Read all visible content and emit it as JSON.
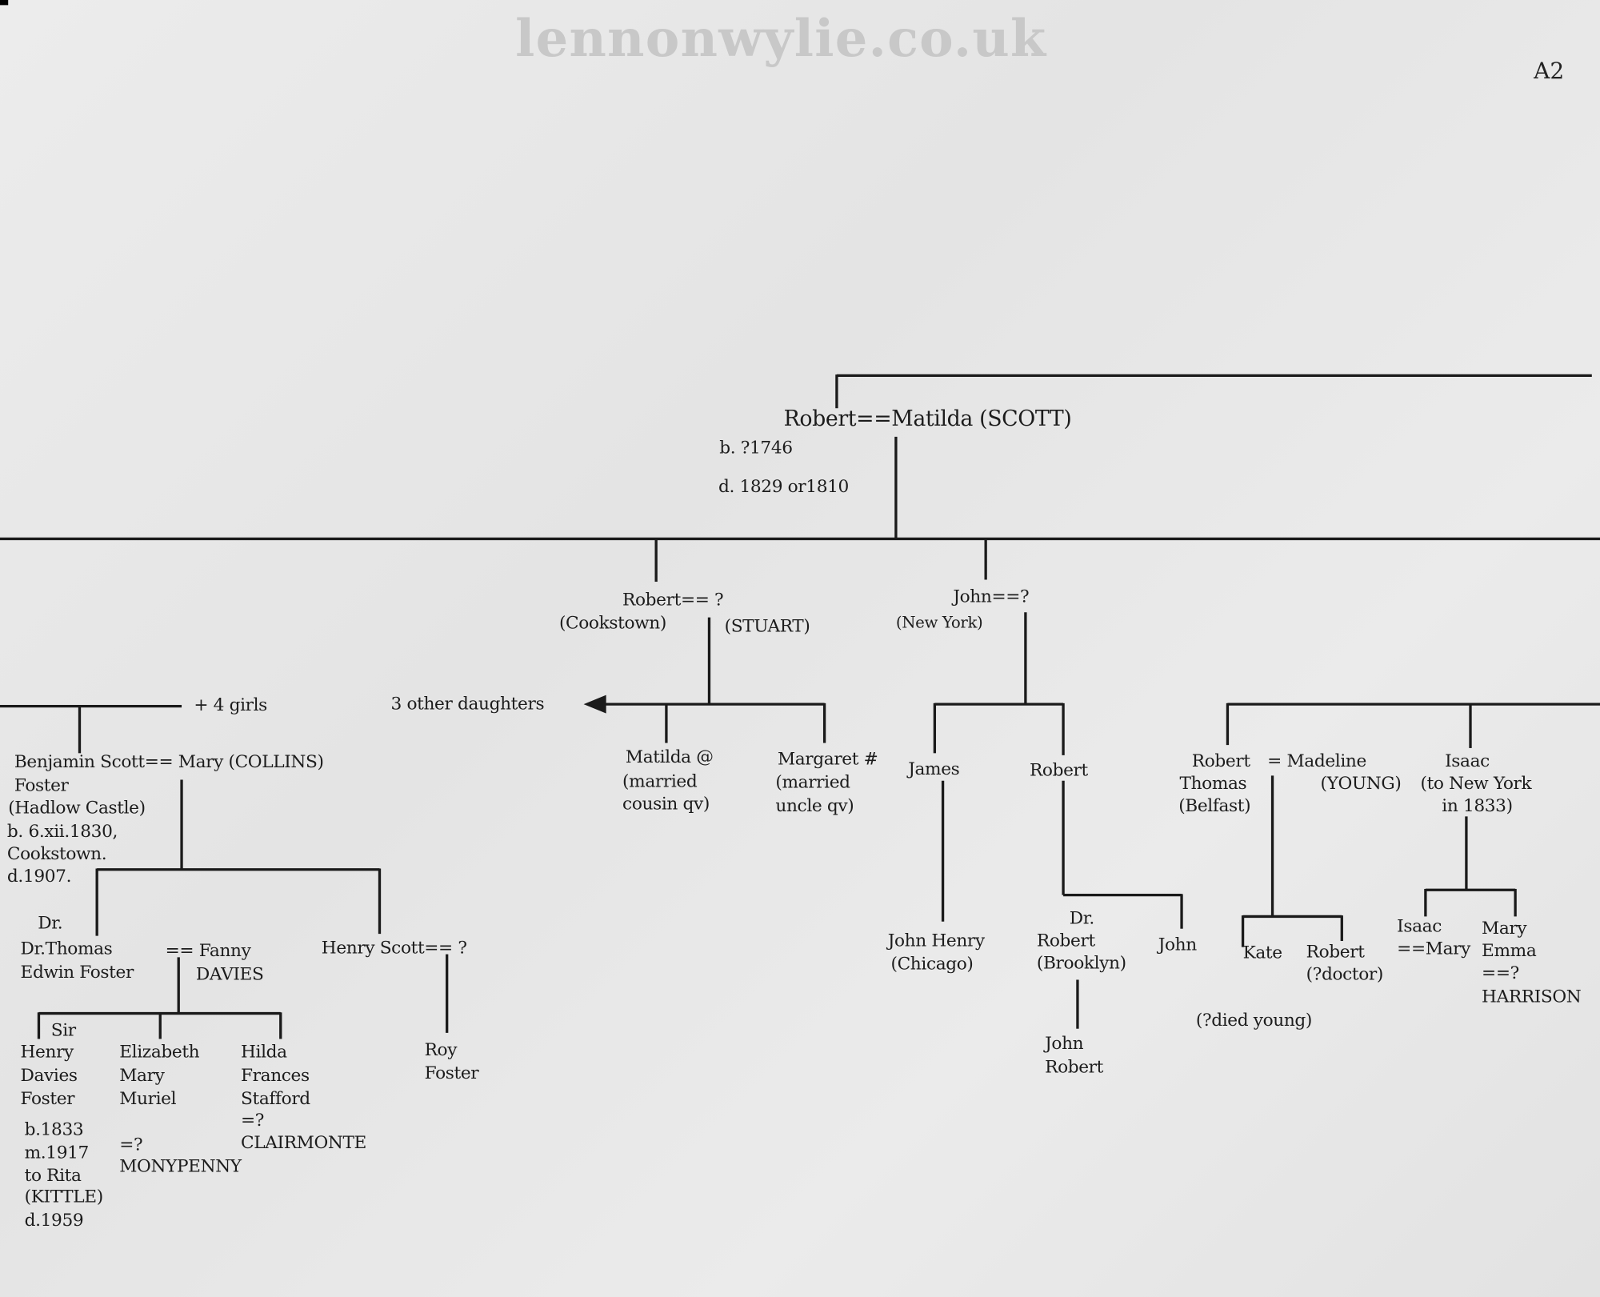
{
  "watermark": "lennonwylie.co.uk",
  "sheet_code": "A2",
  "labels": [
    {
      "id": "root-couple",
      "text": "Robert==Matilda  (SCOTT)"
    },
    {
      "id": "root-born",
      "text": "b. ?1746"
    },
    {
      "id": "root-died",
      "text": "d. 1829 or1810"
    },
    {
      "id": "robert-cookstown",
      "text": "Robert==  ?"
    },
    {
      "id": "cookstown",
      "text": "(Cookstown)"
    },
    {
      "id": "stuart",
      "text": "(STUART)"
    },
    {
      "id": "john-couple",
      "text": "John==?"
    },
    {
      "id": "new-york",
      "text": "(New York)"
    },
    {
      "id": "plus-4-girls",
      "text": "+ 4 girls"
    },
    {
      "id": "three-other-daughters",
      "text": "3 other daughters"
    },
    {
      "id": "benjamin-couple",
      "text": "Benjamin Scott== Mary (COLLINS)"
    },
    {
      "id": "benjamin-2",
      "text": "Foster"
    },
    {
      "id": "benjamin-3",
      "text": "(Hadlow  Castle)"
    },
    {
      "id": "benjamin-4",
      "text": "b. 6.xii.1830,"
    },
    {
      "id": "benjamin-5",
      "text": "Cookstown."
    },
    {
      "id": "benjamin-6",
      "text": "d.1907."
    },
    {
      "id": "matilda-1",
      "text": "Matilda @"
    },
    {
      "id": "matilda-2",
      "text": "(married"
    },
    {
      "id": "matilda-3",
      "text": "cousin qv)"
    },
    {
      "id": "margaret-1",
      "text": "Margaret #"
    },
    {
      "id": "margaret-2",
      "text": "(married"
    },
    {
      "id": "margaret-3",
      "text": "uncle qv)"
    },
    {
      "id": "james",
      "text": "James"
    },
    {
      "id": "robert-ny",
      "text": "Robert"
    },
    {
      "id": "robert-thomas-1",
      "text": "Robert"
    },
    {
      "id": "madeline",
      "text": "= Madeline"
    },
    {
      "id": "robert-thomas-2",
      "text": "Thomas"
    },
    {
      "id": "young",
      "text": "(YOUNG)"
    },
    {
      "id": "robert-thomas-3",
      "text": "(Belfast)"
    },
    {
      "id": "isaac-1",
      "text": "Isaac"
    },
    {
      "id": "isaac-2",
      "text": "(to New York"
    },
    {
      "id": "isaac-3",
      "text": "in 1833)"
    },
    {
      "id": "dr-extra",
      "text": "Dr."
    },
    {
      "id": "thomas-1",
      "text": "Dr.Thomas"
    },
    {
      "id": "thomas-2",
      "text": "Edwin Foster"
    },
    {
      "id": "fanny-1",
      "text": "== Fanny"
    },
    {
      "id": "fanny-2",
      "text": "DAVIES"
    },
    {
      "id": "henry-scott",
      "text": "Henry Scott== ?"
    },
    {
      "id": "john-henry-1",
      "text": "John Henry"
    },
    {
      "id": "john-henry-2",
      "text": "(Chicago)"
    },
    {
      "id": "dr-robert-1",
      "text": "Dr."
    },
    {
      "id": "dr-robert-2",
      "text": "Robert"
    },
    {
      "id": "dr-robert-3",
      "text": "(Brooklyn)"
    },
    {
      "id": "john-ny",
      "text": "John"
    },
    {
      "id": "kate",
      "text": "Kate"
    },
    {
      "id": "robert-doctor-1",
      "text": "Robert"
    },
    {
      "id": "robert-doctor-2",
      "text": "(?doctor)"
    },
    {
      "id": "isaac-jr-1",
      "text": "Isaac"
    },
    {
      "id": "isaac-jr-2",
      "text": "==Mary"
    },
    {
      "id": "mary-emma-1",
      "text": "Mary"
    },
    {
      "id": "mary-emma-2",
      "text": "Emma"
    },
    {
      "id": "mary-emma-3",
      "text": "==?"
    },
    {
      "id": "mary-emma-4",
      "text": "HARRISON"
    },
    {
      "id": "died-young",
      "text": "(?died young)"
    },
    {
      "id": "sir-henry-1",
      "text": "Sir"
    },
    {
      "id": "sir-henry-2",
      "text": "Henry"
    },
    {
      "id": "sir-henry-3",
      "text": "Davies"
    },
    {
      "id": "sir-henry-4",
      "text": "Foster"
    },
    {
      "id": "sir-henry-5",
      "text": "b.1833"
    },
    {
      "id": "sir-henry-6",
      "text": "m.1917"
    },
    {
      "id": "sir-henry-7",
      "text": "to Rita"
    },
    {
      "id": "sir-henry-8",
      "text": "(KITTLE)"
    },
    {
      "id": "sir-henry-9",
      "text": "d.1959"
    },
    {
      "id": "elizabeth-1",
      "text": "Elizabeth"
    },
    {
      "id": "elizabeth-2",
      "text": "Mary"
    },
    {
      "id": "elizabeth-3",
      "text": "Muriel"
    },
    {
      "id": "elizabeth-4",
      "text": "=?"
    },
    {
      "id": "elizabeth-5",
      "text": "MONYPENNY"
    },
    {
      "id": "hilda-1",
      "text": "Hilda"
    },
    {
      "id": "hilda-2",
      "text": "Frances"
    },
    {
      "id": "hilda-3",
      "text": "Stafford"
    },
    {
      "id": "hilda-4",
      "text": "=?"
    },
    {
      "id": "hilda-5",
      "text": "CLAIRMONTE"
    },
    {
      "id": "roy-1",
      "text": "Roy"
    },
    {
      "id": "roy-2",
      "text": "Foster"
    },
    {
      "id": "john-robert-1",
      "text": "John"
    },
    {
      "id": "john-robert-2",
      "text": "Robert"
    }
  ]
}
